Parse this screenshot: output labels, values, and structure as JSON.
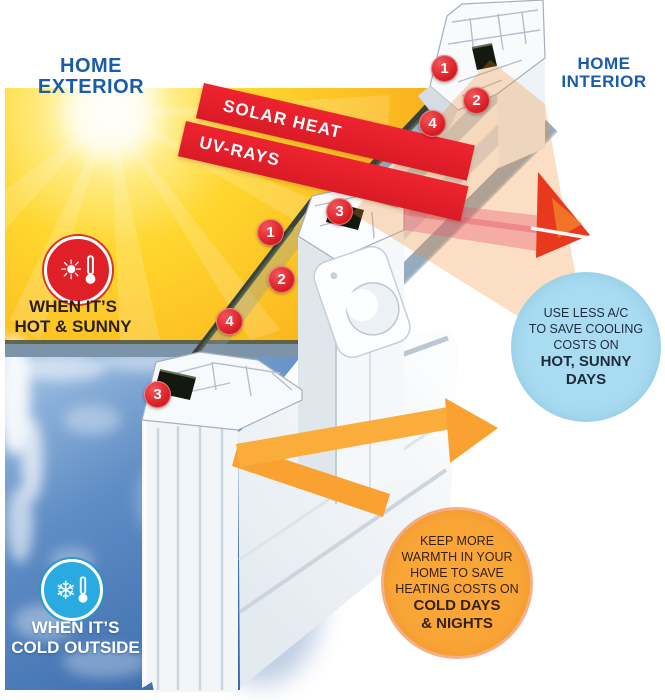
{
  "exterior_label": {
    "line1": "HOME",
    "line2": "EXTERIOR"
  },
  "interior_label": {
    "line1": "HOME",
    "line2": "INTERIOR"
  },
  "banners": {
    "solar_heat": "SOLAR HEAT",
    "uv_rays": "UV-RAYS"
  },
  "hot_badge": {
    "line1": "WHEN IT’S",
    "line2": "HOT & SUNNY"
  },
  "cold_badge": {
    "line1": "WHEN IT’S",
    "line2": "COLD OUTSIDE"
  },
  "cooling_bubble": {
    "line1": "USE LESS A/C",
    "line2": "TO SAVE COOLING",
    "line3": "COSTS ON",
    "bold1": "HOT, SUNNY",
    "bold2": "DAYS"
  },
  "heating_bubble": {
    "line1": "KEEP MORE",
    "line2": "WARMTH IN YOUR",
    "line3": "HOME TO SAVE",
    "line4": "HEATING COSTS ON",
    "bold1": "COLD DAYS",
    "bold2": "& NIGHTS"
  },
  "markers": {
    "m1": "1",
    "m2": "2",
    "m3": "3",
    "m4": "4"
  },
  "icons": {
    "hot": "sun-thermometer-icon",
    "cold": "snowflake-thermometer-icon"
  },
  "colors": {
    "banner_red": "#E8212E",
    "marker_red": "#DC1F26",
    "hot_red": "#E01F26",
    "cold_blue": "#29ABE2",
    "header_blue": "#1A5CA8",
    "cooling_bubble_bg": "#A9DCF1",
    "heating_bubble_bg": "#F9A637",
    "sun_yellow": "#FFD22E",
    "frost_blue": "#4A7AB8",
    "arrow_orange": "#F9A231",
    "arrow_red": "#E63A23",
    "glass_dark": "#37423B"
  }
}
